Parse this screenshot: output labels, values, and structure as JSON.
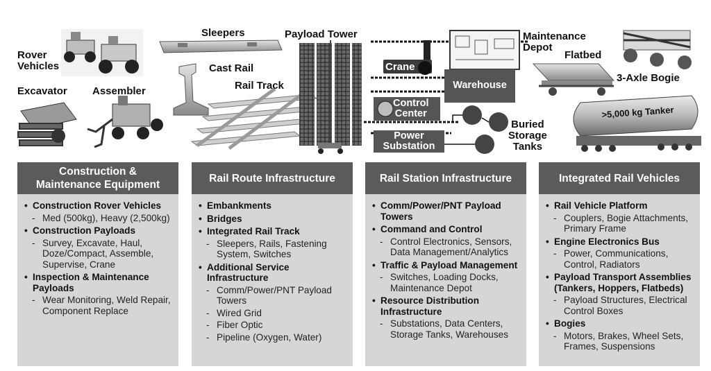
{
  "illustration_labels": {
    "rover_vehicles": "Rover\nVehicles",
    "excavator": "Excavator",
    "assembler": "Assembler",
    "sleepers": "Sleepers",
    "cast_rail": "Cast Rail",
    "rail_track": "Rail Track",
    "payload_tower": "Payload Tower",
    "crane": "Crane",
    "control_center": "Control\nCenter",
    "power_substation": "Power\nSubstation",
    "maintenance_depot": "Maintenance\nDepot",
    "warehouse": "Warehouse",
    "buried_storage_tanks": "Buried\nStorage\nTanks",
    "flatbed": "Flatbed",
    "three_axle_bogie": "3-Axle Bogie",
    "tanker": ">5,000 kg Tanker"
  },
  "columns": [
    {
      "title_lines": [
        "Construction &",
        "Maintenance Equipment"
      ],
      "items": [
        {
          "text": "Construction Rover Vehicles",
          "subs": [
            "Med (500kg), Heavy (2,500kg)"
          ]
        },
        {
          "text": "Construction Payloads",
          "subs": [
            "Survey, Excavate, Haul, Doze/Compact, Assemble, Supervise, Crane"
          ]
        },
        {
          "text": "Inspection & Maintenance Payloads",
          "subs": [
            "Wear Monitoring, Weld Repair, Component Replace"
          ]
        }
      ]
    },
    {
      "title_lines": [
        "Rail Route Infrastructure"
      ],
      "items": [
        {
          "text": "Embankments",
          "subs": []
        },
        {
          "text": "Bridges",
          "subs": []
        },
        {
          "text": "Integrated Rail Track",
          "subs": [
            "Sleepers, Rails, Fastening System, Switches"
          ]
        },
        {
          "text": "Additional Service Infrastructure",
          "subs": [
            "Comm/Power/PNT Payload Towers",
            "Wired Grid",
            "Fiber Optic",
            "Pipeline (Oxygen, Water)"
          ]
        }
      ]
    },
    {
      "title_lines": [
        "Rail Station Infrastructure"
      ],
      "items": [
        {
          "text": "Comm/Power/PNT Payload Towers",
          "subs": []
        },
        {
          "text": "Command and Control",
          "subs": [
            "Control Electronics, Sensors, Data Management/Analytics"
          ]
        },
        {
          "text": "Traffic & Payload Management",
          "subs": [
            "Switches, Loading Docks, Maintenance Depot"
          ]
        },
        {
          "text": "Resource Distribution Infrastructure",
          "subs": [
            "Substations, Data Centers, Storage Tanks, Warehouses"
          ]
        }
      ]
    },
    {
      "title_lines": [
        "Integrated Rail Vehicles"
      ],
      "items": [
        {
          "text": "Rail Vehicle Platform",
          "subs": [
            "Couplers, Bogie Attachments, Primary Frame"
          ]
        },
        {
          "text": "Engine Electronics Bus",
          "subs": [
            "Power, Communications, Control, Radiators"
          ]
        },
        {
          "text": "Payload Transport Assemblies (Tankers, Hoppers, Flatbeds)",
          "subs": [
            "Payload Structures, Electrical Control Boxes"
          ]
        },
        {
          "text": "Bogies",
          "subs": [
            "Motors, Brakes, Wheel Sets, Frames, Suspensions"
          ]
        }
      ]
    }
  ]
}
